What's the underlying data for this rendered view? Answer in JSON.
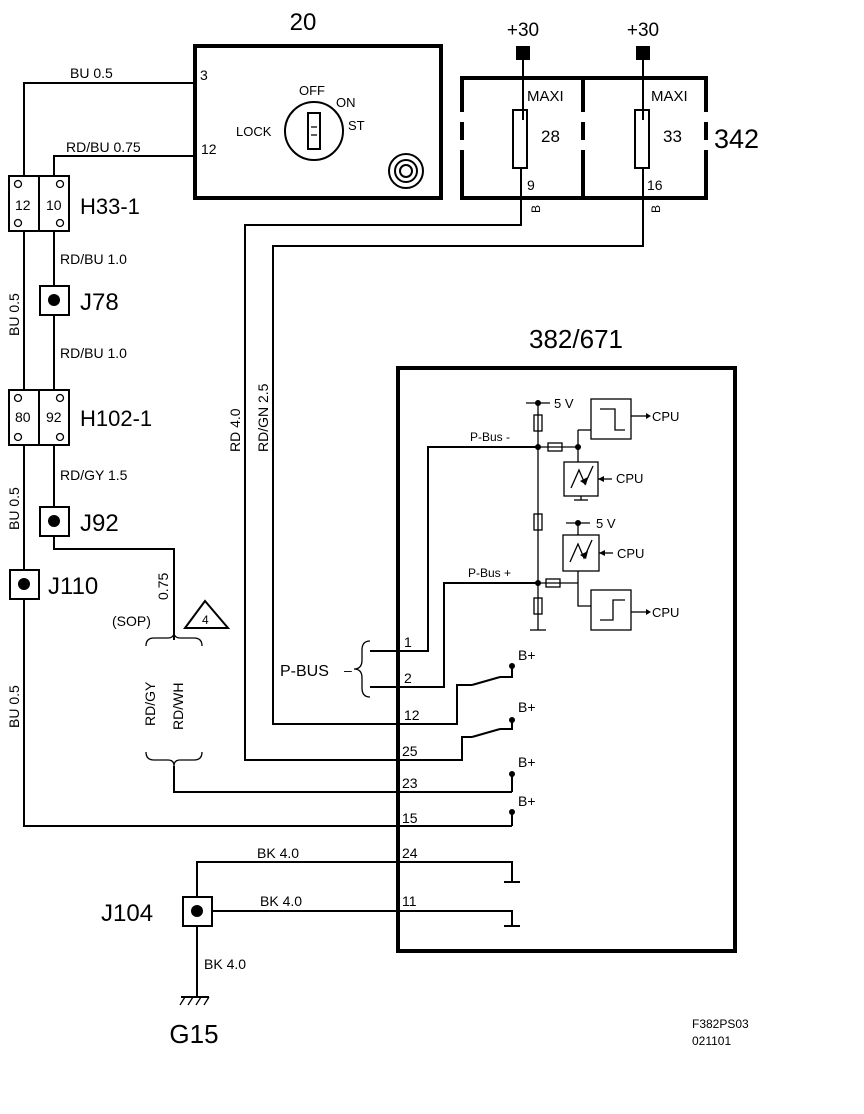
{
  "components": {
    "ignition_switch": {
      "id": "20",
      "positions": {
        "off": "OFF",
        "on": "ON",
        "lock": "LOCK",
        "start": "ST"
      },
      "pins": {
        "p3": "3",
        "p12": "12"
      }
    },
    "fuse_box": {
      "id": "342",
      "supply_left": "+30",
      "supply_right": "+30",
      "fuse_left": {
        "type": "MAXI",
        "number": "28",
        "pin": "9",
        "wire": "B"
      },
      "fuse_right": {
        "type": "MAXI",
        "number": "33",
        "pin": "16",
        "wire": "B"
      }
    },
    "connector_h33": {
      "id": "H33-1",
      "pin_a": "12",
      "pin_b": "10"
    },
    "connector_h102": {
      "id": "H102-1",
      "pin_a": "80",
      "pin_b": "92"
    },
    "splice_j78": "J78",
    "splice_j92": "J92",
    "splice_j110": "J110",
    "splice_j104": "J104",
    "ground": "G15",
    "module": {
      "id": "382/671",
      "supply": "5 V",
      "supply_2": "5 V",
      "cpu_1": "CPU",
      "cpu_2": "CPU",
      "cpu_3": "CPU",
      "cpu_4": "CPU",
      "pbus_minus": "P-Bus -",
      "pbus_plus": "P-Bus +",
      "b_plus_1": "B+",
      "b_plus_2": "B+",
      "b_plus_3": "B+",
      "b_plus_4": "B+"
    },
    "pbus_label": "P-BUS",
    "pbus_dash": "–"
  },
  "wires": {
    "w_bu_top": "BU   0.5",
    "w_rdbu_075": "RD/BU   0.75",
    "w_rdbu_10_a": "RD/BU  1.0",
    "w_rdbu_10_b": "RD/BU  1.0",
    "w_rdgy_15": "RD/GY  1.5",
    "w_bu_05_a": "BU   0.5",
    "w_bu_05_b": "BU   0.5",
    "w_bu_05_c": "BU   0.5",
    "w_rd_40": "RD   4.0",
    "w_rdgn_25": "RD/GN   2.5",
    "w_075": "0.75",
    "w_sop": "(SOP)",
    "w_note": "4",
    "w_rdgy": "RD/GY",
    "w_rdwh": "RD/WH",
    "w_bk_a": "BK   4.0",
    "w_bk_b": "BK   4.0",
    "w_bk_c": "BK  4.0"
  },
  "module_pins": [
    "1",
    "2",
    "12",
    "25",
    "23",
    "15",
    "24",
    "11"
  ],
  "footer": {
    "code": "F382PS03",
    "date": "021101"
  }
}
